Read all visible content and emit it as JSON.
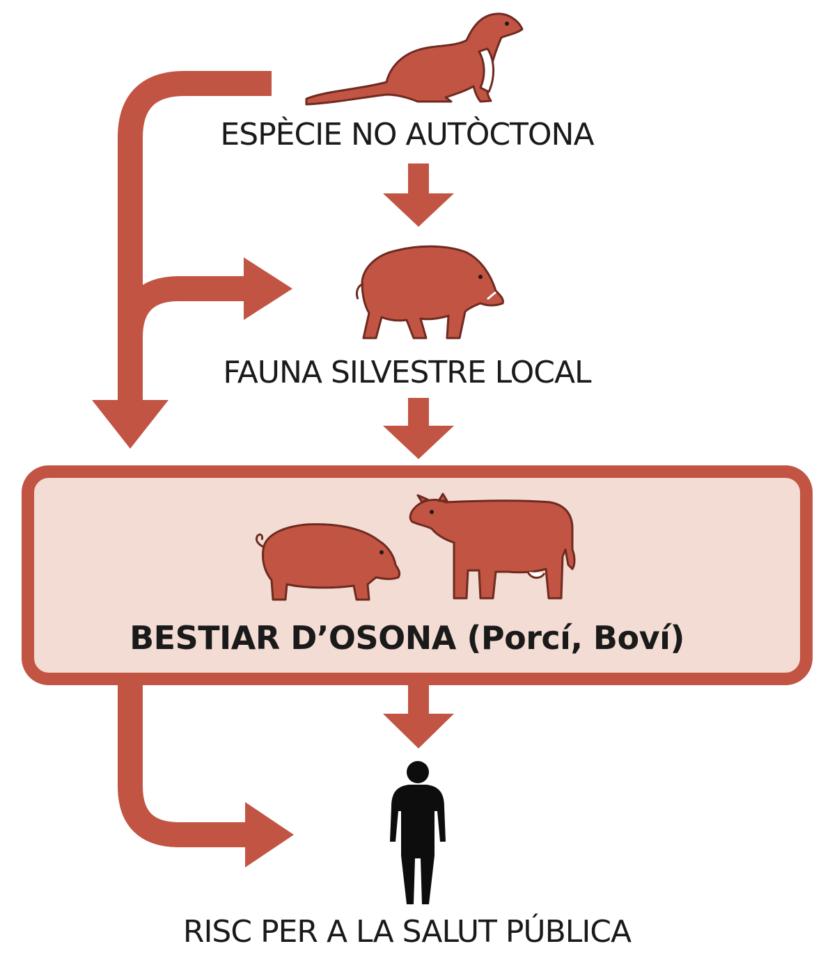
{
  "colors": {
    "accent": "#c15443",
    "accent_dark": "#8f3a2c",
    "box_fill": "#f3dcd4",
    "human": "#0d0d0d",
    "text": "#1a1a1a"
  },
  "nodes": {
    "non_native_species": {
      "label": "ESPÈCIE NO AUTÒCTONA",
      "icon": "stoat-icon"
    },
    "local_wildlife": {
      "label": "FAUNA SILVESTRE LOCAL",
      "icon": "wild-boar-icon"
    },
    "livestock": {
      "label": "BESTIAR D’OSONA (Porcí, Boví)",
      "icons": [
        "pig-icon",
        "cow-icon"
      ]
    },
    "public_health_risk": {
      "label": "RISC PER A LA SALUT PÚBLICA",
      "icon": "human-silhouette-icon"
    }
  },
  "edges": [
    {
      "from": "non_native_species",
      "to": "local_wildlife"
    },
    {
      "from": "local_wildlife",
      "to": "livestock"
    },
    {
      "from": "non_native_species",
      "to": "local_wildlife",
      "route": "left-branch"
    },
    {
      "from": "non_native_species",
      "to": "livestock",
      "route": "left-branch"
    },
    {
      "from": "livestock",
      "to": "public_health_risk"
    },
    {
      "from": "livestock",
      "to": "public_health_risk",
      "route": "left-branch"
    }
  ]
}
